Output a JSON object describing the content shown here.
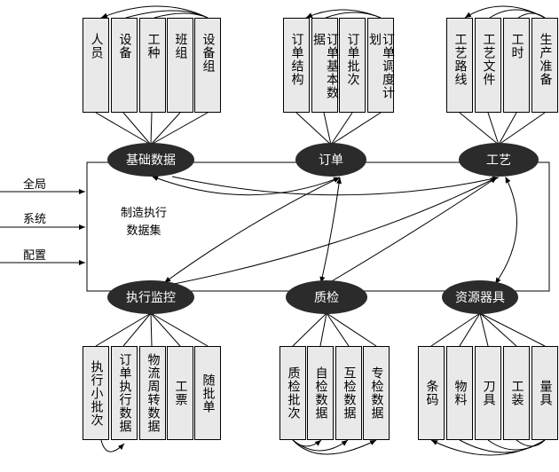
{
  "hubs": {
    "basic": "基础数据",
    "order": "订单",
    "craft": "工艺",
    "exec": "执行监控",
    "quality": "质检",
    "resource": "资源器具"
  },
  "side_inputs": [
    "全局",
    "系统",
    "配置"
  ],
  "center_label": [
    "制造执行",
    "数据集"
  ],
  "groups": {
    "basic": [
      "人员",
      "设备",
      "工种",
      "班组",
      "设备组"
    ],
    "order": [
      "订单结构",
      "订单基本数据",
      "订单批次",
      "订单调度计划"
    ],
    "craft": [
      "工艺路线",
      "工艺文件",
      "工时",
      "生产准备"
    ],
    "exec": [
      "执行小批次",
      "订单执行数据",
      "物流周转数据",
      "工票",
      "随批单"
    ],
    "quality": [
      "质检批次",
      "自检数据",
      "互检数据",
      "专检数据"
    ],
    "resource": [
      "条码",
      "物料",
      "刀具",
      "工装",
      "量具"
    ]
  }
}
